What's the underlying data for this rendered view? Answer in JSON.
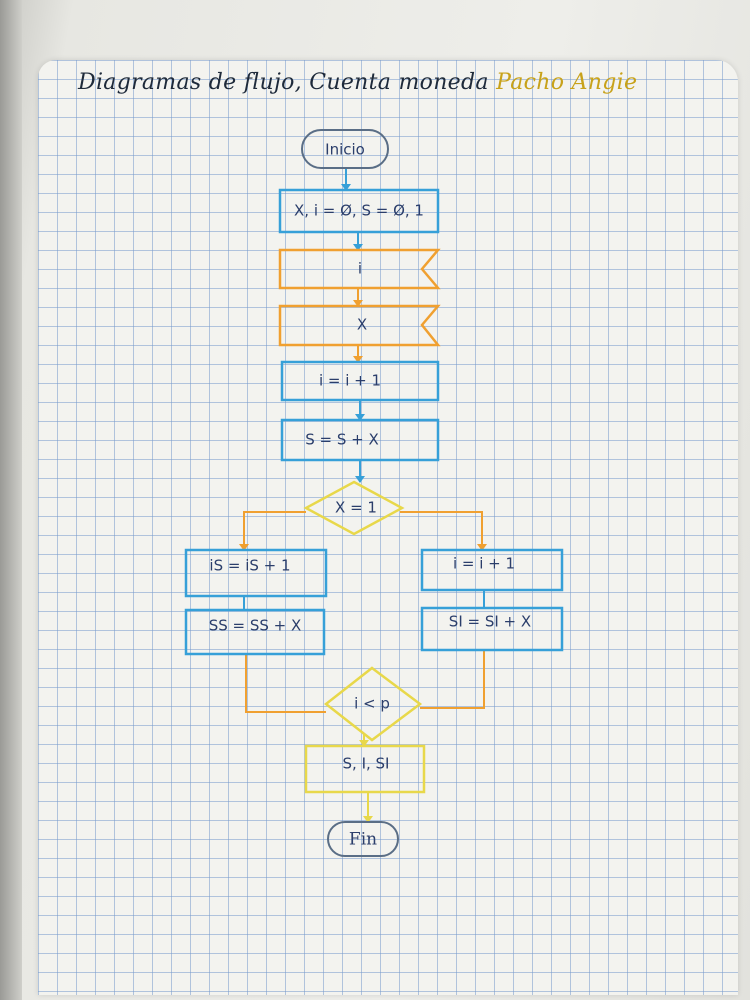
{
  "title": {
    "text": "Diagramas de flujo, Cuenta moneda",
    "names": "Pacho Angie"
  },
  "nodes": {
    "start": "Inicio",
    "init": "X, i = Ø, S = Ø, 1",
    "read_i": "i",
    "read_x": "X",
    "inc_i": "i = i + 1",
    "sum_s": "S = S + X",
    "decision_x": "X = 1",
    "left_inc": "iS = iS + 1",
    "left_sum": "SS = SS + X",
    "right_inc": "i = i + 1",
    "right_sum": "SI = SI + X",
    "decision_loop": "i < p",
    "output": "S, I, SI",
    "end": "Fin"
  },
  "colors": {
    "blue": "#36a0d8",
    "orange": "#f0a030",
    "yellow": "#e8d84a",
    "terminal": "#5a6e86",
    "text": "#2b3e6b"
  }
}
